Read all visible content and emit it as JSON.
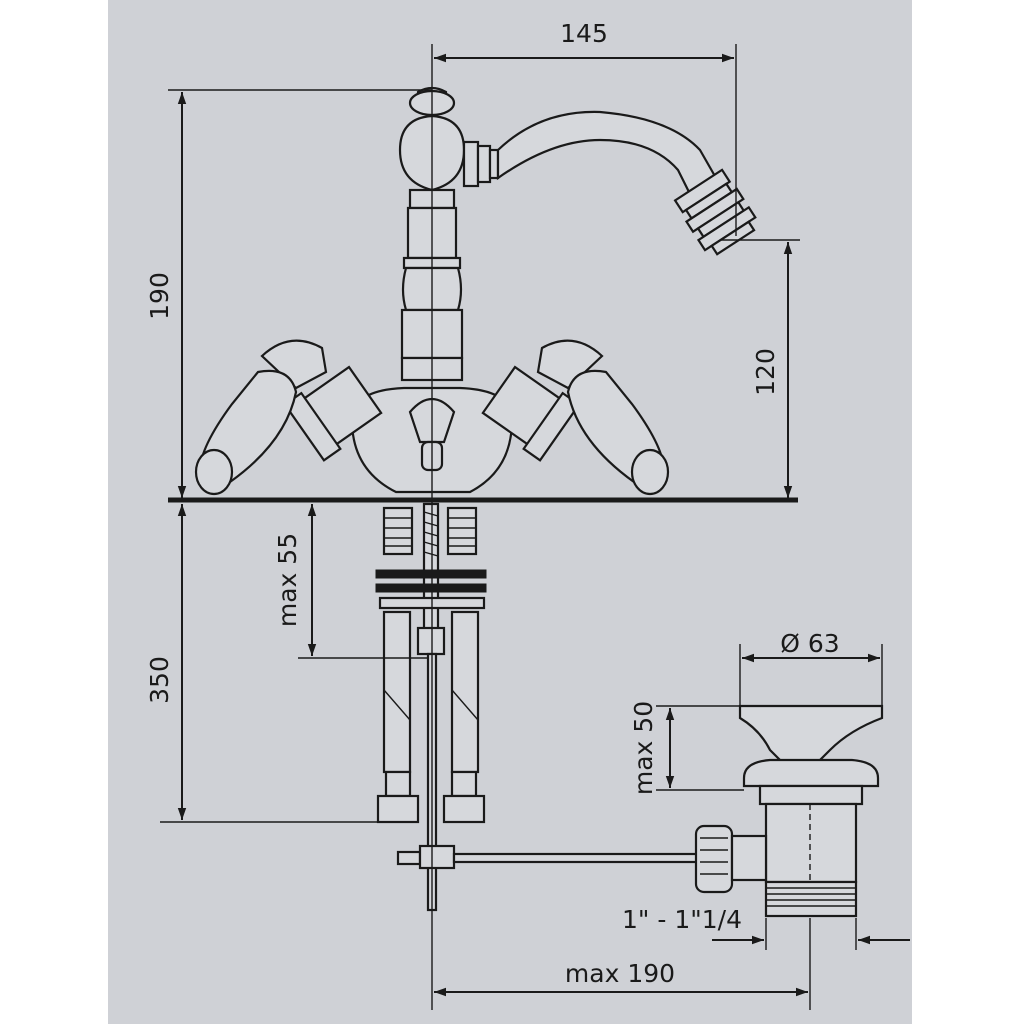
{
  "colors": {
    "paper": "#cfd1d6",
    "ink": "#1a1a1a",
    "part": "#d6d8dc"
  },
  "dimensions": {
    "width_spout": "145",
    "height_total": "190",
    "spout_height": "120",
    "deck_thickness": "max 55",
    "hose_length": "350",
    "waste_diameter": "Ø 63",
    "waste_height": "max 50",
    "waste_thread": "1\" - 1\"1/4",
    "waste_reach": "max 190"
  }
}
